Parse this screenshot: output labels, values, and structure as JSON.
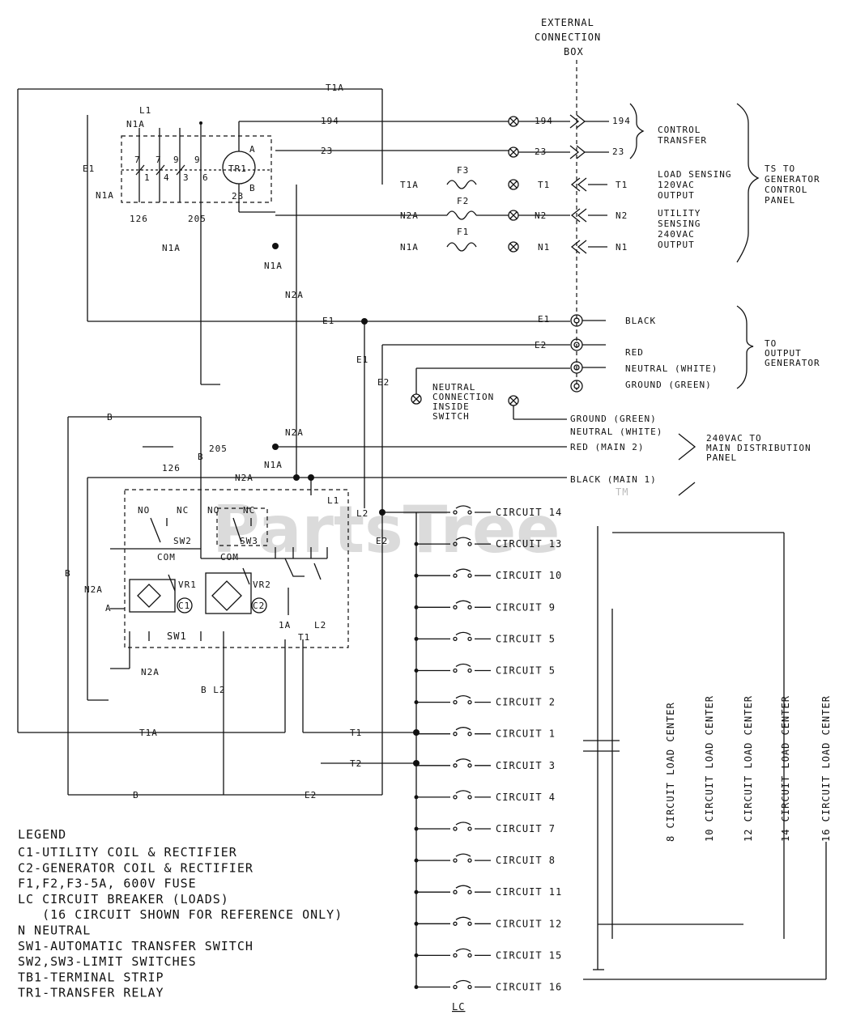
{
  "external_box": [
    "EXTERNAL",
    "CONNECTION",
    "BOX"
  ],
  "wires": {
    "t1a": "T1A",
    "n1a": "N1A",
    "e1": "E1",
    "l1": "L1",
    "n1a_b": "N1A",
    "w126": "126",
    "w205": "205",
    "w194": "194",
    "w23": "23",
    "tr1": "TR1",
    "tr1_a": "A",
    "tr1_b": "B",
    "tr1_23": "23",
    "contacts": [
      "7",
      "7",
      "9",
      "9",
      "1",
      "4",
      "3",
      "6"
    ],
    "t1a_f": "T1A",
    "n2a_f": "N2A",
    "n1a_f": "N1A",
    "f1": "F1",
    "f2": "F2",
    "f3": "F3",
    "t1": "T1",
    "n2": "N2",
    "n1": "N1",
    "n1a_mid": "N1A",
    "n1a_dot": "N1A",
    "n2a_mid": "N2A",
    "e1_mid": "E1",
    "e1_right": "E1",
    "e1_v": "E1",
    "e2_v": "E2",
    "e2": "E2",
    "b1": "B",
    "b2": "B",
    "w205_b": "205",
    "w126_b": "126",
    "n2a_b": "N2A",
    "n2a_c": "N2A",
    "n1a_c": "N1A",
    "l1_b": "L1",
    "l2_b": "L2",
    "e2_b": "E2",
    "b_left": "B",
    "n2a_left": "N2A",
    "a_left": "A",
    "n2a_bot": "N2A",
    "b_l2": "B  L2",
    "t1a_bot": "T1A",
    "t1_bot": "T1",
    "t2_bot": "T2",
    "b_bot": "B",
    "e2_bot": "E2"
  },
  "term_labels": {
    "194": "194",
    "23": "23",
    "t1": "T1",
    "n2": "N2",
    "n1": "N1"
  },
  "right_labels": {
    "control_transfer": [
      "CONTROL",
      "TRANSFER"
    ],
    "load_sensing": [
      "LOAD SENSING",
      "120VAC",
      "OUTPUT"
    ],
    "utility_sensing": [
      "UTILITY",
      "SENSING",
      "240VAC",
      "OUTPUT"
    ],
    "ts_to_generator": [
      "TS TO",
      "GENERATOR",
      "CONTROL",
      "PANEL"
    ],
    "black": "BLACK",
    "red": "RED",
    "neutral_white": "NEUTRAL (WHITE)",
    "ground_green": "GROUND (GREEN)",
    "to_output_generator": [
      "TO",
      "OUTPUT",
      "GENERATOR"
    ],
    "neutral_connection": [
      "NEUTRAL",
      "CONNECTION",
      "INSIDE",
      "SWITCH"
    ],
    "ground_green2": "GROUND (GREEN)",
    "neutral_white2": "NEUTRAL (WHITE)",
    "red_main2": "RED (MAIN 2)",
    "black_main1": "BLACK (MAIN 1)",
    "to_main_panel": [
      "240VAC TO",
      "MAIN DISTRIBUTION",
      "PANEL"
    ]
  },
  "switch_labels": {
    "sw1": "SW1",
    "sw2": "SW2",
    "sw3": "SW3",
    "com1": "COM",
    "com2": "COM",
    "no1": "NO",
    "nc1": "NC",
    "no2": "NO",
    "nc2": "NC",
    "c1": "C1",
    "c2": "C2",
    "vr1": "VR1",
    "vr2": "VR2",
    "e1s": "E1",
    "l2s": "L2",
    "e2s": "E2",
    "t1s": "T1",
    "t2s": "T2",
    "l1s": "1A"
  },
  "circuits": [
    "CIRCUIT 14",
    "CIRCUIT 13",
    "CIRCUIT 10",
    "CIRCUIT 9",
    "CIRCUIT 5",
    "CIRCUIT 5",
    "CIRCUIT 2",
    "CIRCUIT 1",
    "CIRCUIT 3",
    "CIRCUIT 4",
    "CIRCUIT 7",
    "CIRCUIT 8",
    "CIRCUIT 11",
    "CIRCUIT 12",
    "CIRCUIT 15",
    "CIRCUIT 16"
  ],
  "lc_label": "LC",
  "load_centers": [
    "8 CIRCUIT LOAD CENTER",
    "10 CIRCUIT LOAD CENTER",
    "12 CIRCUIT LOAD CENTER",
    "14 CIRCUIT LOAD CENTER",
    "16 CIRCUIT LOAD CENTER"
  ],
  "legend": {
    "title": "LEGEND",
    "items": [
      "C1-UTILITY COIL & RECTIFIER",
      "C2-GENERATOR COIL & RECTIFIER",
      "F1,F2,F3-5A, 600V FUSE",
      "LC CIRCUIT BREAKER (LOADS)",
      "   (16 CIRCUIT SHOWN FOR REFERENCE ONLY)",
      "N NEUTRAL",
      "SW1-AUTOMATIC TRANSFER SWITCH",
      "SW2,SW3-LIMIT SWITCHES",
      "TB1-TERMINAL STRIP",
      "TR1-TRANSFER RELAY"
    ]
  },
  "watermark": "PartsTree",
  "watermark_tm": "TM"
}
